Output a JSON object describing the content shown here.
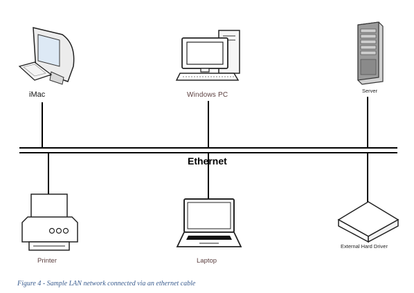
{
  "diagram": {
    "bus_label": "Ethernet",
    "devices": {
      "imac": {
        "label": "iMac",
        "icon": "imac-icon"
      },
      "windows_pc": {
        "label": "Windows PC",
        "icon": "desktop-pc-icon"
      },
      "server": {
        "label": "Server",
        "icon": "server-tower-icon"
      },
      "printer": {
        "label": "Printer",
        "icon": "printer-icon"
      },
      "laptop": {
        "label": "Laptop",
        "icon": "laptop-icon"
      },
      "external_drive": {
        "label": "External Hard Driver",
        "icon": "external-drive-icon"
      }
    },
    "caption": "Figure 4 - Sample LAN network connected via an ethernet cable",
    "colors": {
      "line": "#000000",
      "label_accent": "#5a3e3e",
      "caption": "#3b5d8f",
      "screen": "#dde9f5"
    }
  }
}
